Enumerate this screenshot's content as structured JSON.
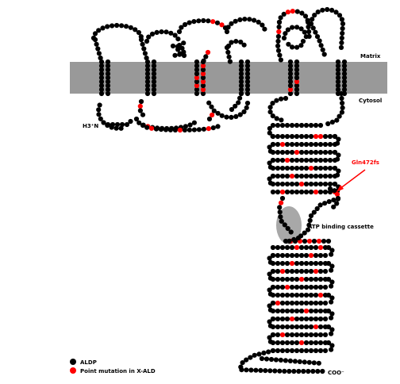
{
  "labels": {
    "matrix": "Matrix",
    "cytosol": "Cytosol",
    "n_terminus": "H3⁺N",
    "c_terminus": "COO⁻",
    "mutation": "Gln472fs",
    "atp": "ATP binding cassette"
  },
  "legend": {
    "aldp": "ALDP",
    "point_mutation": "Point mutation in X-ALD"
  },
  "colors": {
    "residue": "#000000",
    "mutation": "#ff0000",
    "membrane": "#999999",
    "atp_cassette": "#a8a8a8"
  }
}
